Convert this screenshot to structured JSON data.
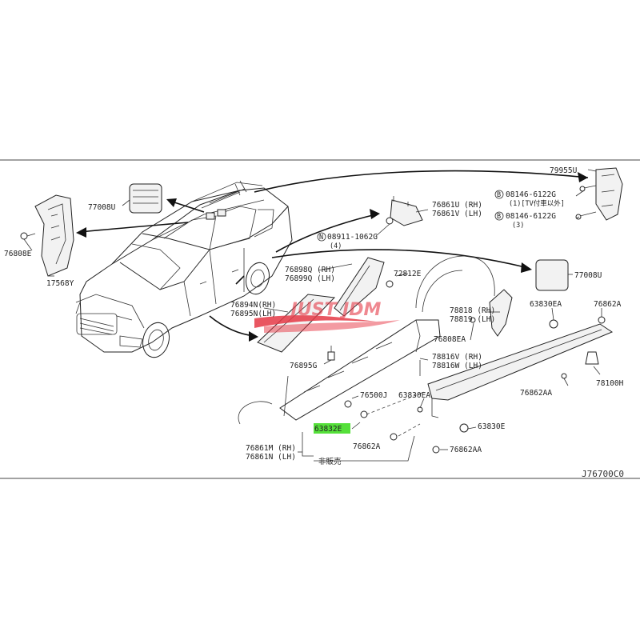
{
  "diagram": {
    "reference_code": "J76700C0",
    "highlight_color": "#55e03a",
    "watermark_text": "JUST JDM",
    "labels": {
      "p79955U": "79955U",
      "p08146a": "08146-6122G",
      "p08146a_note": "(1)[TV付車以外]",
      "p08146b": "08146-6122G",
      "p08146b_note": "(3)",
      "p77008U_top": "77008U",
      "p76808E": "76808E",
      "p17568Y": "17568Y",
      "p76861U": "76861U (RH)",
      "p76861V": "76861V (LH)",
      "p08911": "08911-1062G",
      "p08911_note": "(4)",
      "p76898Q": "76898Q (RH)",
      "p76899Q": "76899Q (LH)",
      "p72812E": "72812E",
      "p77008U_right": "77008U",
      "p76894N": "76894N(RH)",
      "p76895N": "76895N(LH)",
      "p78818": "78818 (RH)",
      "p78819": "78819 (LH)",
      "p63830EA_top": "63830EA",
      "p76862A_top": "76862A",
      "p76808EA": "76808EA",
      "p78816V": "78816V (RH)",
      "p78816W": "78816W (LH)",
      "p76895G": "76895G",
      "p76500J": "76500J",
      "p63830EA_mid": "63830EA",
      "p78100H": "78100H",
      "p76862AA_right": "76862AA",
      "p63832E": "63832E",
      "p63830E": "63830E",
      "p76861M": "76861M (RH)",
      "p76861N": "76861N (LH)",
      "p76862A_bottom": "76862A",
      "p76862AA_bottom": "76862AA",
      "p_not_sold": "非販売"
    },
    "circle_prefix_B": "B",
    "circle_prefix_N": "N"
  }
}
